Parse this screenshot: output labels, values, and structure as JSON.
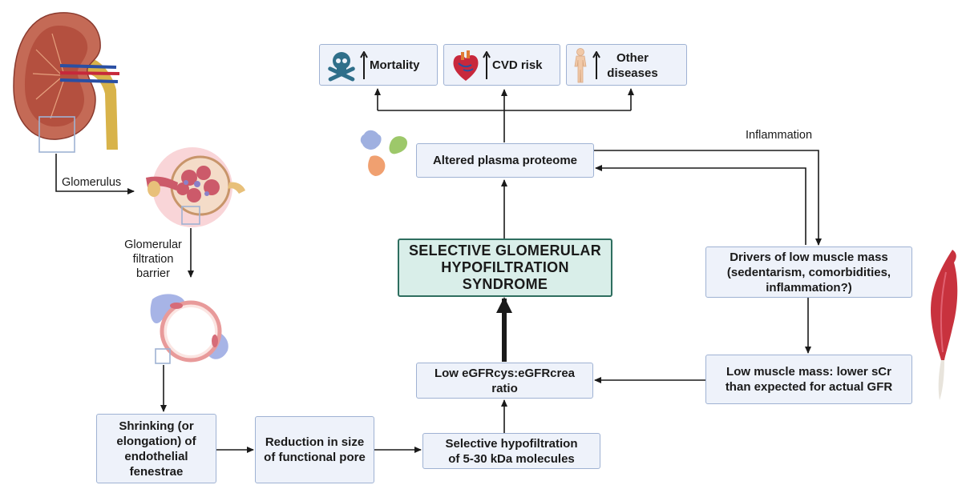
{
  "outcomes": {
    "mortality": "Mortality",
    "cvd": "CVD risk",
    "other": "Other\ndiseases"
  },
  "nodes": {
    "plasma_proteome": "Altered plasma proteome",
    "sghs": "SELECTIVE GLOMERULAR\nHYPOFILTRATION\nSYNDROME",
    "ratio": "Low eGFRcys:eGFRcrea\nratio",
    "selective_hypofiltration": "Selective hypofiltration\nof 5-30 kDa molecules",
    "pore": "Reduction in size\nof functional pore",
    "shrinking": "Shrinking (or\nelongation) of\nendothelial\nfenestrae",
    "drivers": "Drivers of low muscle mass\n(sedentarism, comorbidities,\ninflammation?)",
    "low_muscle": "Low muscle mass: lower sCr\nthan expected for actual GFR"
  },
  "labels": {
    "inflammation": "Inflammation",
    "glomerulus": "Glomerulus",
    "filtration_barrier": "Glomerular\nfiltration\nbarrier"
  },
  "icons": [
    "skull-crossbones-icon",
    "heart-icon",
    "human-body-icon",
    "kidney-illustration",
    "glomerulus-illustration",
    "capillary-cross-section-illustration",
    "protein-molecules-illustration",
    "muscle-illustration",
    "up-arrow-icon"
  ],
  "colors": {
    "box_fill": "#eef2fa",
    "box_border": "#9fb2d3",
    "central_fill": "#d9eee9",
    "central_border": "#2e6e5f",
    "arrow": "#1a1a1a"
  }
}
